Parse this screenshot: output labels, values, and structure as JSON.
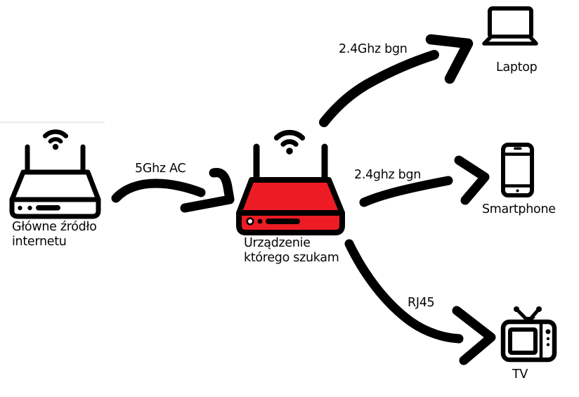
{
  "nodes": {
    "source_router": {
      "label_line1": "Główne źródło",
      "label_line2": "internetu",
      "icon": "router-icon"
    },
    "target_router": {
      "label_line1": "Urządzenie",
      "label_line2": "którego szukam",
      "icon": "router-icon"
    },
    "laptop": {
      "label": "Laptop",
      "icon": "laptop-icon"
    },
    "smartphone": {
      "label": "Smartphone",
      "icon": "smartphone-icon"
    },
    "tv": {
      "label": "TV",
      "icon": "tv-icon"
    }
  },
  "connections": {
    "source_to_target": {
      "label": "5Ghz AC"
    },
    "target_to_laptop": {
      "label": "2.4Ghz bgn"
    },
    "target_to_smartphone": {
      "label": "2.4ghz bgn"
    },
    "target_to_tv": {
      "label": "RJ45"
    }
  },
  "icons": {
    "wifi": "wifi-signal-icon",
    "arrow": "hand-drawn-arrow"
  },
  "colors": {
    "background": "#ffffff",
    "ink": "#000000",
    "target_router_fill": "#ed1c24",
    "artifact_line": "#e9e9e9"
  }
}
